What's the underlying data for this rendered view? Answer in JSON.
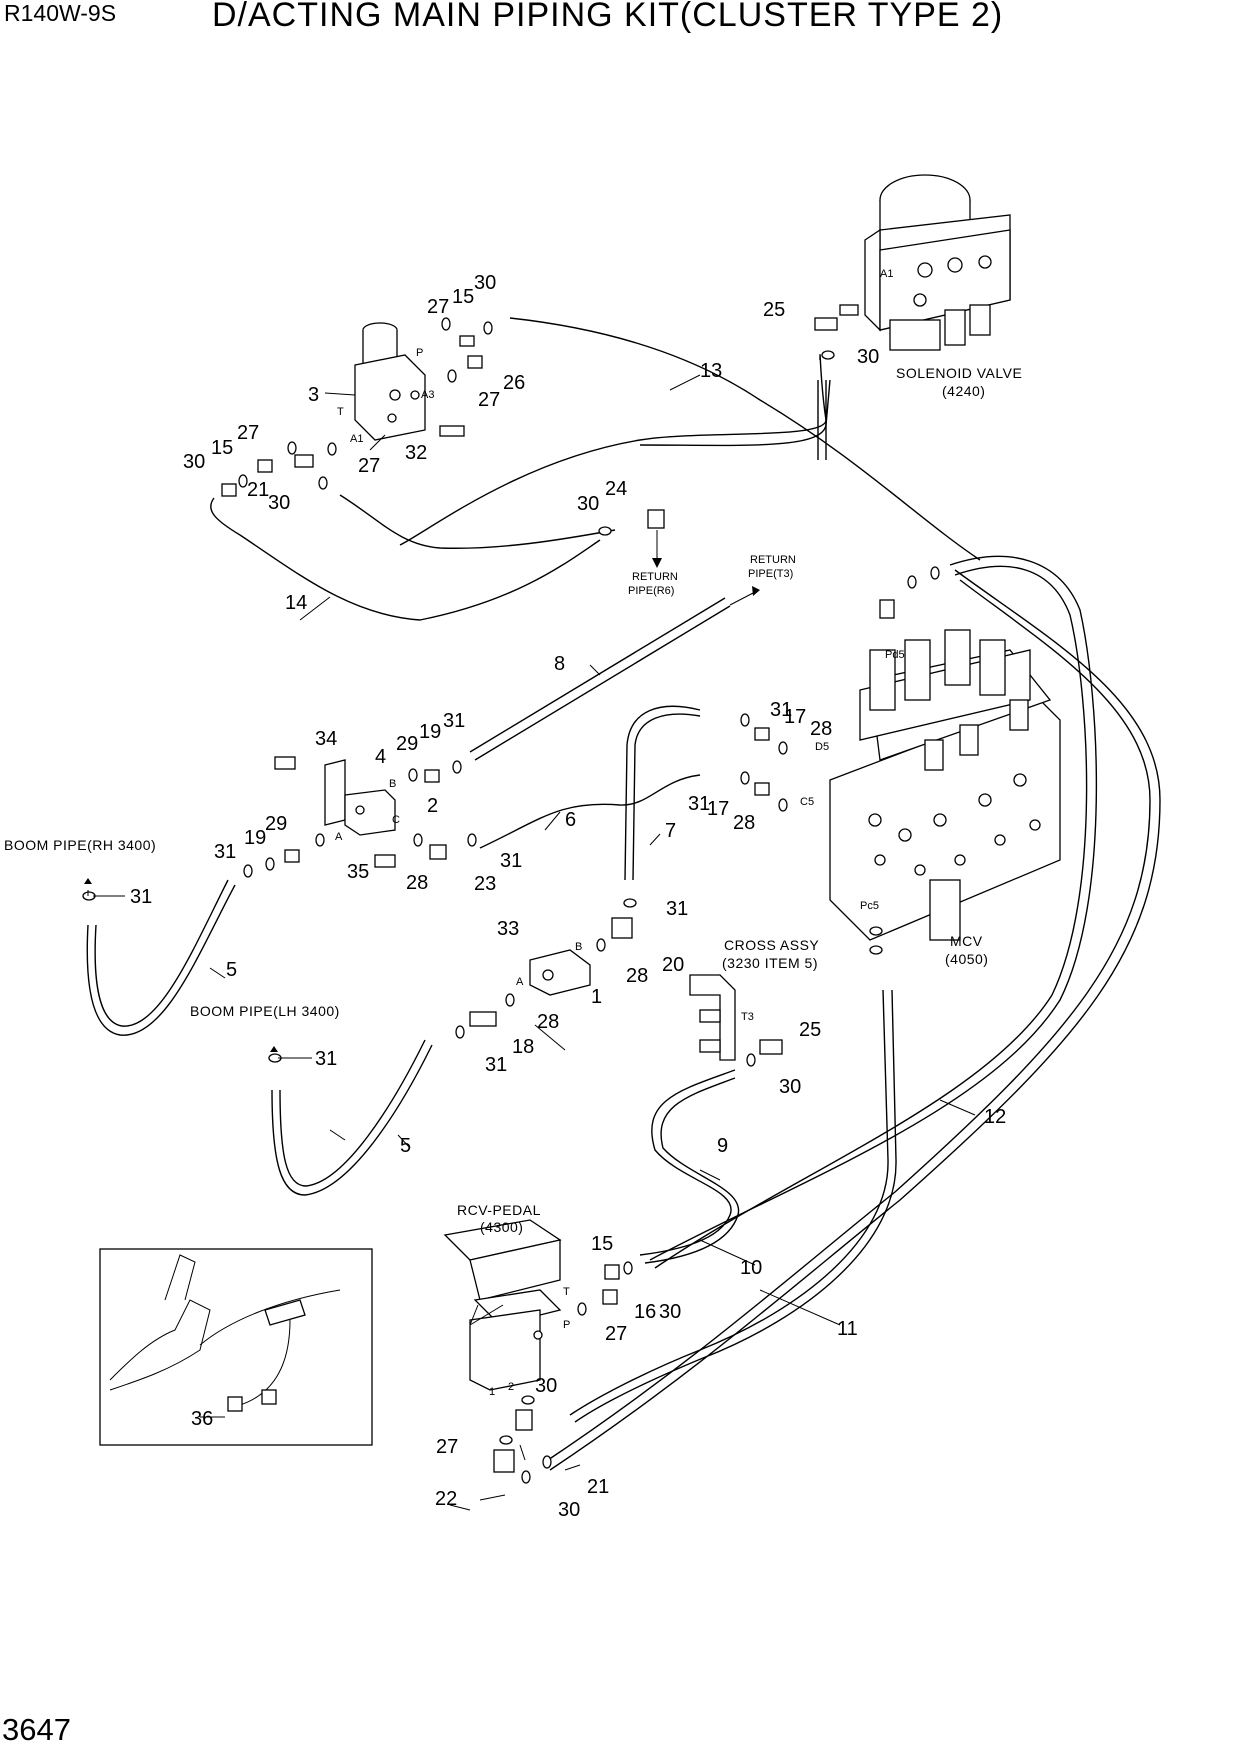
{
  "header": {
    "model": "R140W-9S",
    "title": "D/ACTING MAIN PIPING KIT(CLUSTER TYPE 2)"
  },
  "footer": {
    "page_number": "3647"
  },
  "labels": {
    "solenoid_valve": "SOLENOID VALVE",
    "solenoid_valve_ref": "(4240)",
    "return_pipe_r6_1": "RETURN",
    "return_pipe_r6_2": "PIPE(R6)",
    "return_pipe_t3_1": "RETURN",
    "return_pipe_t3_2": "PIPE(T3)",
    "boom_pipe_rh": "BOOM PIPE(RH 3400)",
    "boom_pipe_lh": "BOOM PIPE(LH 3400)",
    "cross_assy": "CROSS ASSY",
    "cross_assy_ref": "(3230 ITEM 5)",
    "mcv": "MCV",
    "mcv_ref": "(4050)",
    "rcv_pedal": "RCV-PEDAL",
    "rcv_pedal_ref": "(4300)"
  },
  "port_marks": {
    "p": "P",
    "t": "T",
    "a1": "A1",
    "a3": "A3",
    "b": "B",
    "c": "C",
    "a": "A",
    "pd5": "Pd5",
    "d5": "D5",
    "c5": "C5",
    "pc5": "Pc5",
    "t3": "T3",
    "sv_a1": "A1",
    "one": "1",
    "two": "2"
  },
  "callouts": {
    "c1": "1",
    "c2": "2",
    "c3": "3",
    "c4": "4",
    "c5a": "5",
    "c5b": "5",
    "c6": "6",
    "c7": "7",
    "c8": "8",
    "c9": "9",
    "c10": "10",
    "c11": "11",
    "c12": "12",
    "c13": "13",
    "c14": "14",
    "c15a": "15",
    "c15b": "15",
    "c15c": "15",
    "c16": "16",
    "c17a": "17",
    "c17b": "17",
    "c18": "18",
    "c19a": "19",
    "c19b": "19",
    "c20": "20",
    "c21a": "21",
    "c21b": "21",
    "c22": "22",
    "c23": "23",
    "c24": "24",
    "c25a": "25",
    "c25b": "25",
    "c26": "26",
    "c27a": "27",
    "c27b": "27",
    "c27c": "27",
    "c27d": "27",
    "c27e": "27",
    "c27f": "27",
    "c28a": "28",
    "c28b": "28",
    "c28c": "28",
    "c28d": "28",
    "c28e": "28",
    "c29a": "29",
    "c29b": "29",
    "c30a": "30",
    "c30b": "30",
    "c30c": "30",
    "c30d": "30",
    "c30e": "30",
    "c30f": "30",
    "c30g": "30",
    "c30h": "30",
    "c30i": "30",
    "c31a": "31",
    "c31b": "31",
    "c31c": "31",
    "c31d": "31",
    "c31e": "31",
    "c31f": "31",
    "c31g": "31",
    "c31h": "31",
    "c31i": "31",
    "c32": "32",
    "c33": "33",
    "c34": "34",
    "c35": "35",
    "c36": "36"
  }
}
